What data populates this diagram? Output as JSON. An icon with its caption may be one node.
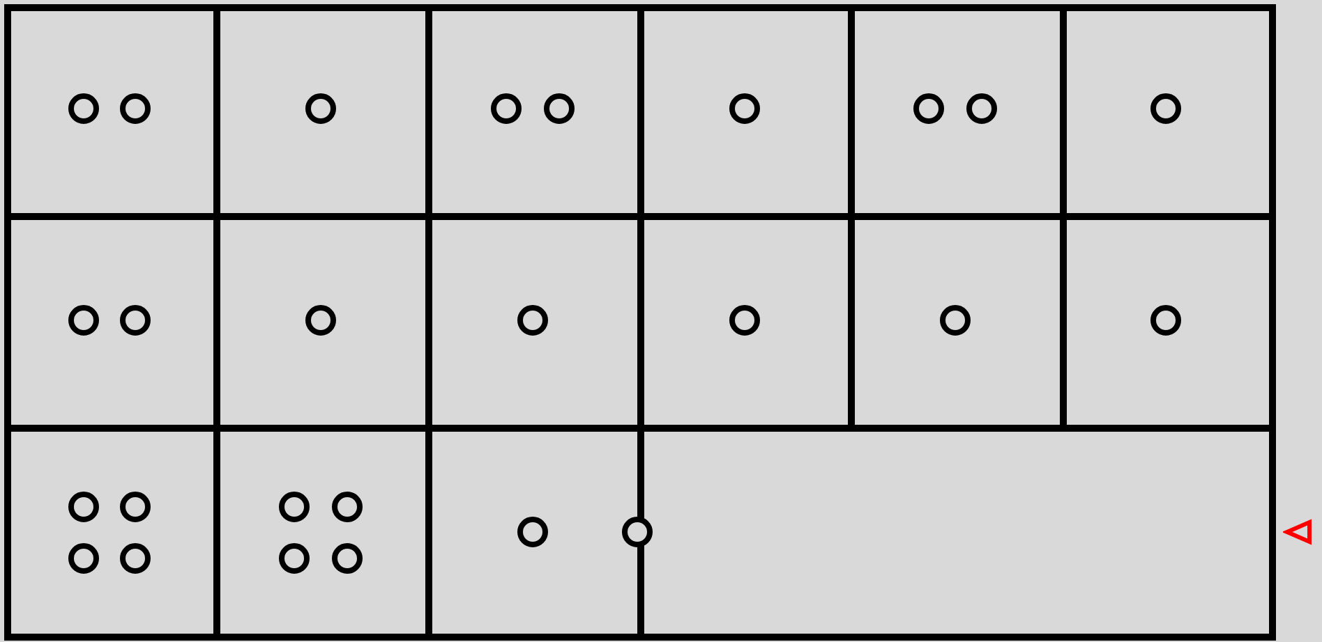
{
  "diagram": {
    "nodes": [
      {
        "text": [],
        "shape": "box"
      },
      {
        "text": [],
        "shape": "circle",
        "in": 0
      },
      {
        "text": [],
        "shape": "circle",
        "in": 0
      },
      {
        "text": [],
        "shape": "box"
      },
      {
        "text": [],
        "shape": "circle",
        "in": 3
      },
      {
        "text": [],
        "shape": "box"
      },
      {
        "text": [],
        "shape": "circle",
        "in": 5
      },
      {
        "text": [],
        "shape": "circle",
        "in": 5
      },
      {
        "text": [],
        "shape": "box"
      },
      {
        "text": [],
        "shape": "circle",
        "in": 8
      },
      {
        "text": [],
        "shape": "box"
      },
      {
        "text": [],
        "shape": "circle",
        "in": 10
      },
      {
        "text": [],
        "shape": "circle",
        "in": 10
      },
      {
        "text": [],
        "shape": "box"
      },
      {
        "text": [],
        "shape": "circle",
        "in": 13
      },
      {
        "text": [],
        "shape": "box"
      },
      {
        "text": [],
        "shape": "circle",
        "in": 15
      },
      {
        "text": [],
        "shape": "circle",
        "in": 15
      },
      {
        "text": [],
        "shape": "box"
      },
      {
        "text": [],
        "shape": "circle",
        "in": 18
      },
      {
        "text": [],
        "shape": "box"
      },
      {
        "text": [],
        "shape": "circle",
        "in": 20
      },
      {
        "text": [],
        "shape": "box"
      },
      {
        "text": [],
        "shape": "circle",
        "in": 22
      },
      {
        "text": [],
        "shape": "box"
      },
      {
        "text": [],
        "shape": "circle",
        "in": 24
      },
      {
        "text": [],
        "shape": "box"
      },
      {
        "text": [],
        "shape": "circle",
        "in": 26
      },
      {
        "text": [],
        "shape": "box"
      },
      {
        "text": [],
        "shape": "circle",
        "in": 28
      },
      {
        "text": [],
        "shape": "circle",
        "in": 28
      },
      {
        "text": [],
        "shape": "circle",
        "in": 28
      },
      {
        "text": [],
        "shape": "circle",
        "in": 28
      },
      {
        "text": [],
        "shape": "box"
      },
      {
        "text": [],
        "shape": "circle",
        "in": 33
      },
      {
        "text": [],
        "shape": "circle",
        "in": 33
      },
      {
        "text": [],
        "shape": "circle",
        "in": 33
      },
      {
        "text": [],
        "shape": "circle",
        "in": 33
      },
      {
        "text": [],
        "shape": "box"
      },
      {
        "text": [],
        "shape": "circle",
        "in": 38
      },
      {
        "text": [],
        "shape": "box"
      },
      {
        "text": [],
        "shape": "circle"
      },
      {
        "text": [],
        "shape": "triangle"
      }
    ]
  }
}
